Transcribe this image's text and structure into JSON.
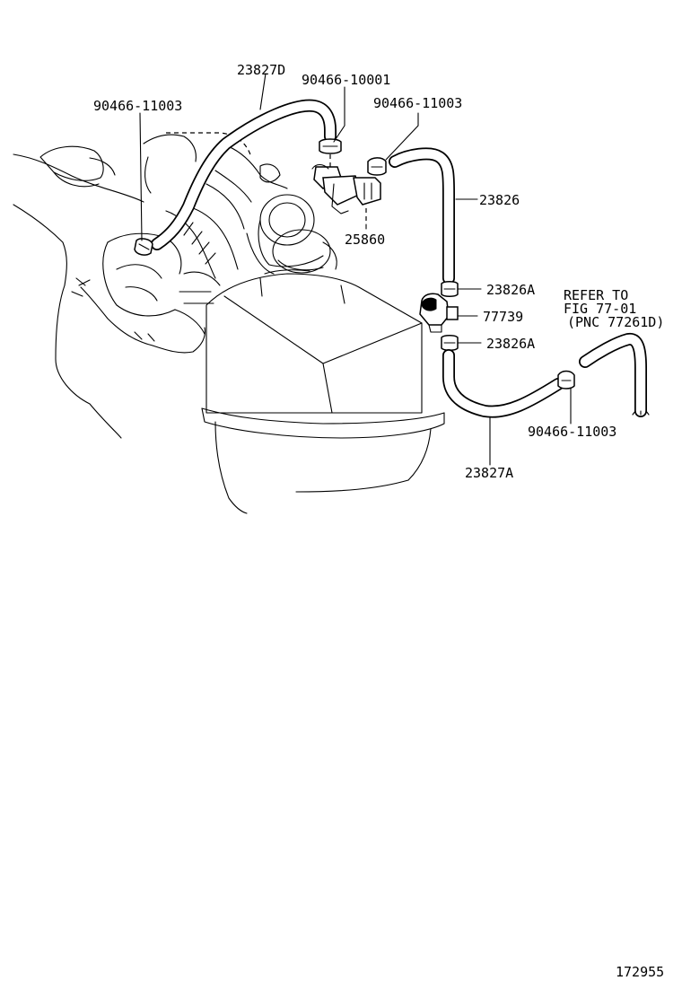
{
  "labels": {
    "p_90466_10001": "90466-10001",
    "p_23827D": "23827D",
    "p_90466_11003_top_right": "90466-11003",
    "p_90466_11003_left": "90466-11003",
    "p_23826": "23826",
    "p_25860": "25860",
    "p_23826A_upper": "23826A",
    "p_77739": "77739",
    "p_23826A_lower": "23826A",
    "p_90466_11003_lower": "90466-11003",
    "p_23827A": "23827A",
    "refer_line1": "REFER TO",
    "refer_line2": "FIG 77-01",
    "refer_line3": "(PNC 77261D)",
    "figure_number": "172955"
  }
}
